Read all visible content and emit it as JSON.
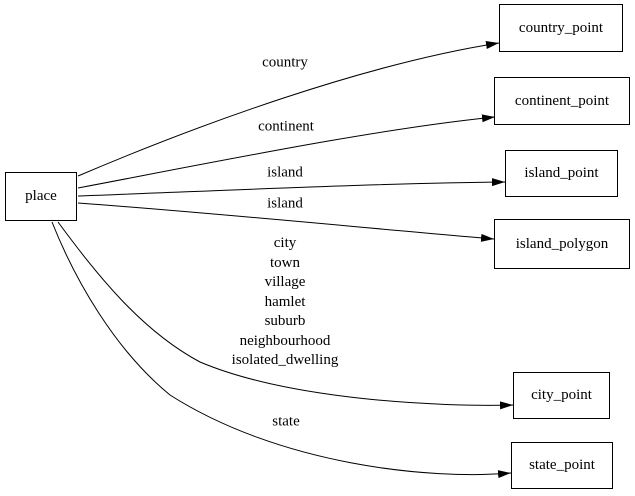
{
  "diagram": {
    "background_color": "#ffffff",
    "line_color": "#000000",
    "nodes": [
      {
        "id": "place",
        "label": "place"
      },
      {
        "id": "country_point",
        "label": "country_point"
      },
      {
        "id": "continent_point",
        "label": "continent_point"
      },
      {
        "id": "island_point",
        "label": "island_point"
      },
      {
        "id": "island_polygon",
        "label": "island_polygon"
      },
      {
        "id": "city_point",
        "label": "city_point"
      },
      {
        "id": "state_point",
        "label": "state_point"
      }
    ],
    "edges": [
      {
        "from": "place",
        "to": "country_point",
        "label": "country"
      },
      {
        "from": "place",
        "to": "continent_point",
        "label": "continent"
      },
      {
        "from": "place",
        "to": "island_point",
        "label": "island"
      },
      {
        "from": "place",
        "to": "island_polygon",
        "label": "island"
      },
      {
        "from": "place",
        "to": "city_point",
        "label_lines": [
          "city",
          "town",
          "village",
          "hamlet",
          "suburb",
          "neighbourhood",
          "isolated_dwelling"
        ]
      },
      {
        "from": "place",
        "to": "state_point",
        "label": "state"
      }
    ]
  }
}
